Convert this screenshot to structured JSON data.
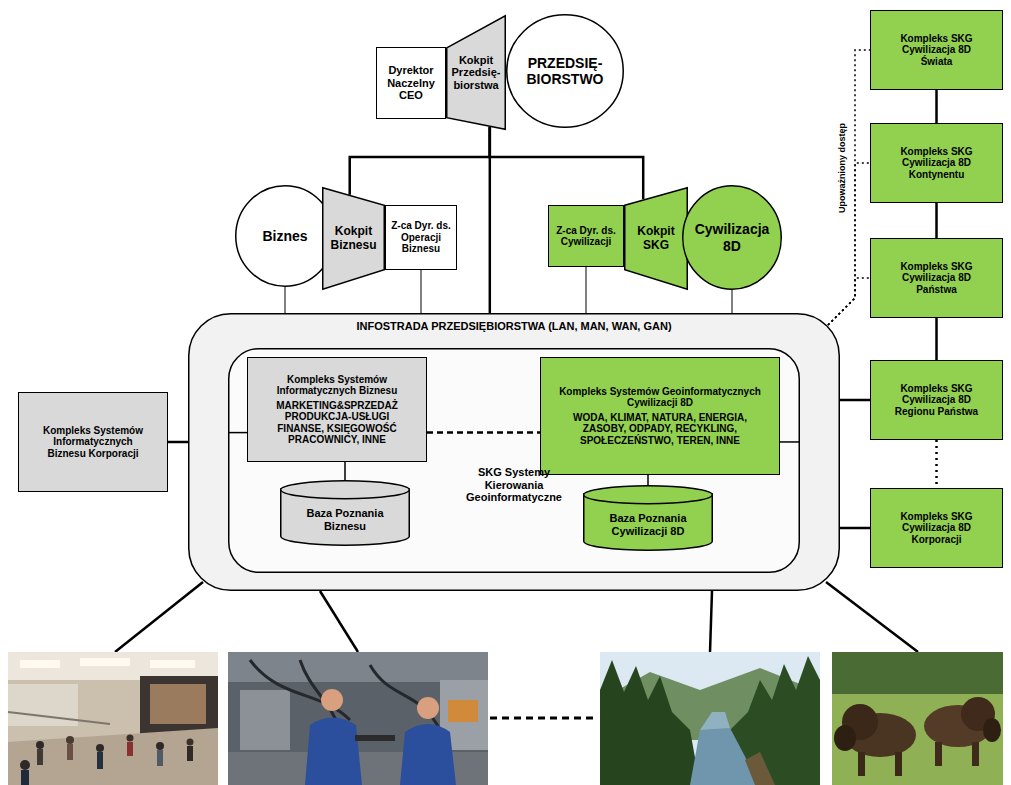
{
  "diagram": {
    "nodes": [
      {
        "text": [
          "Dyrektor Naczelny CEO"
        ]
      },
      {
        "text": [
          "Kokpit Przedsię- biorstwa"
        ]
      },
      {
        "text": [
          "PRZEDSIĘ- BIORSTWO"
        ]
      },
      {
        "text": [
          "Biznes"
        ]
      },
      {
        "text": [
          "Kokpit Biznesu"
        ]
      },
      {
        "text": [
          "Z-ca Dyr. ds. Operacji Biznesu"
        ]
      },
      {
        "text": [
          "Z-ca Dyr. ds. Cywilizacji"
        ]
      },
      {
        "text": [
          "Kokpit SKG"
        ]
      },
      {
        "text": [
          "Cywilizacja 8D"
        ]
      },
      {
        "text": [
          "INFOSTRADA PRZEDSIĘBIORSTWA (LAN, MAN, WAN, GAN)"
        ]
      },
      {
        "text": [
          "SKG Systemy Kierowania Geoinformatyczne"
        ],
        "in": 9
      },
      {
        "text": [
          "Kompleks Systemów Informatycznych Biznesu",
          "MARKETING&SPRZEDAŻ PRODUKCJA-USŁUGI FINANSE, KSIĘGOWOŚĆ PRACOWNICY, INNE"
        ],
        "in": 10
      },
      {
        "text": [
          "Kompleks Systemów Geoinformatycznych Cywilizacji 8D",
          "WODA, KLIMAT, NATURA, ENERGIA, ZASOBY, ODPADY, RECYKLING, SPOŁECZEŃSTWO, TEREN, INNE"
        ],
        "in": 10
      },
      {
        "text": [
          "Baza Poznania Biznesu"
        ],
        "in": 10
      },
      {
        "text": [
          "Baza Poznania Cywilizacji 8D"
        ],
        "in": 10
      },
      {
        "text": [
          "Kompleks Systemów Informatycznych Biznesu Korporacji"
        ]
      },
      {
        "text": [
          "Kompleks SKG Cywilizacja 8D Świata"
        ]
      },
      {
        "text": [
          "Kompleks SKG Cywilizacja 8D Kontynentu"
        ]
      },
      {
        "text": [
          "Kompleks SKG Cywilizacja 8D Państwa"
        ]
      },
      {
        "text": [
          "Kompleks SKG Cywilizacja 8D Regionu Państwa"
        ]
      },
      {
        "text": [
          "Kompleks SKG Cywilizacja 8D Korporacji"
        ]
      }
    ],
    "edges": [
      {
        "from": 1,
        "to": 4,
        "arrow": "none"
      },
      {
        "from": 1,
        "to": 7,
        "arrow": "none"
      },
      {
        "from": 1,
        "to": 9,
        "arrow": "none"
      },
      {
        "from": 3,
        "to": 9,
        "arrow": "none"
      },
      {
        "from": 5,
        "to": 9,
        "arrow": "none"
      },
      {
        "from": 6,
        "to": 9,
        "arrow": "none"
      },
      {
        "from": 8,
        "to": 9,
        "arrow": "none"
      },
      {
        "from": 11,
        "to": 12,
        "arrow": "none"
      },
      {
        "from": 11,
        "to": 13,
        "arrow": "none"
      },
      {
        "from": 12,
        "to": 14,
        "arrow": "none"
      },
      {
        "from": 10,
        "to": 11,
        "arrow": "none"
      },
      {
        "from": 10,
        "to": 12,
        "arrow": "none"
      },
      {
        "from": 15,
        "to": 9,
        "arrow": "none"
      },
      {
        "from": 9,
        "to": 16,
        "arrow": "none"
      },
      {
        "from": 9,
        "to": 17,
        "arrow": "none"
      },
      {
        "from": 9,
        "to": 18,
        "arrow": "none"
      },
      {
        "from": 9,
        "to": 19,
        "arrow": "none"
      },
      {
        "from": 9,
        "to": 20,
        "arrow": "none"
      },
      {
        "from": 16,
        "to": 17,
        "arrow": "none"
      },
      {
        "from": 17,
        "to": 18,
        "arrow": "none"
      },
      {
        "from": 18,
        "to": 19,
        "arrow": "none"
      },
      {
        "from": 19,
        "to": 20,
        "arrow": "none"
      }
    ],
    "labels": [
      "Upoważniony dostęp"
    ]
  }
}
